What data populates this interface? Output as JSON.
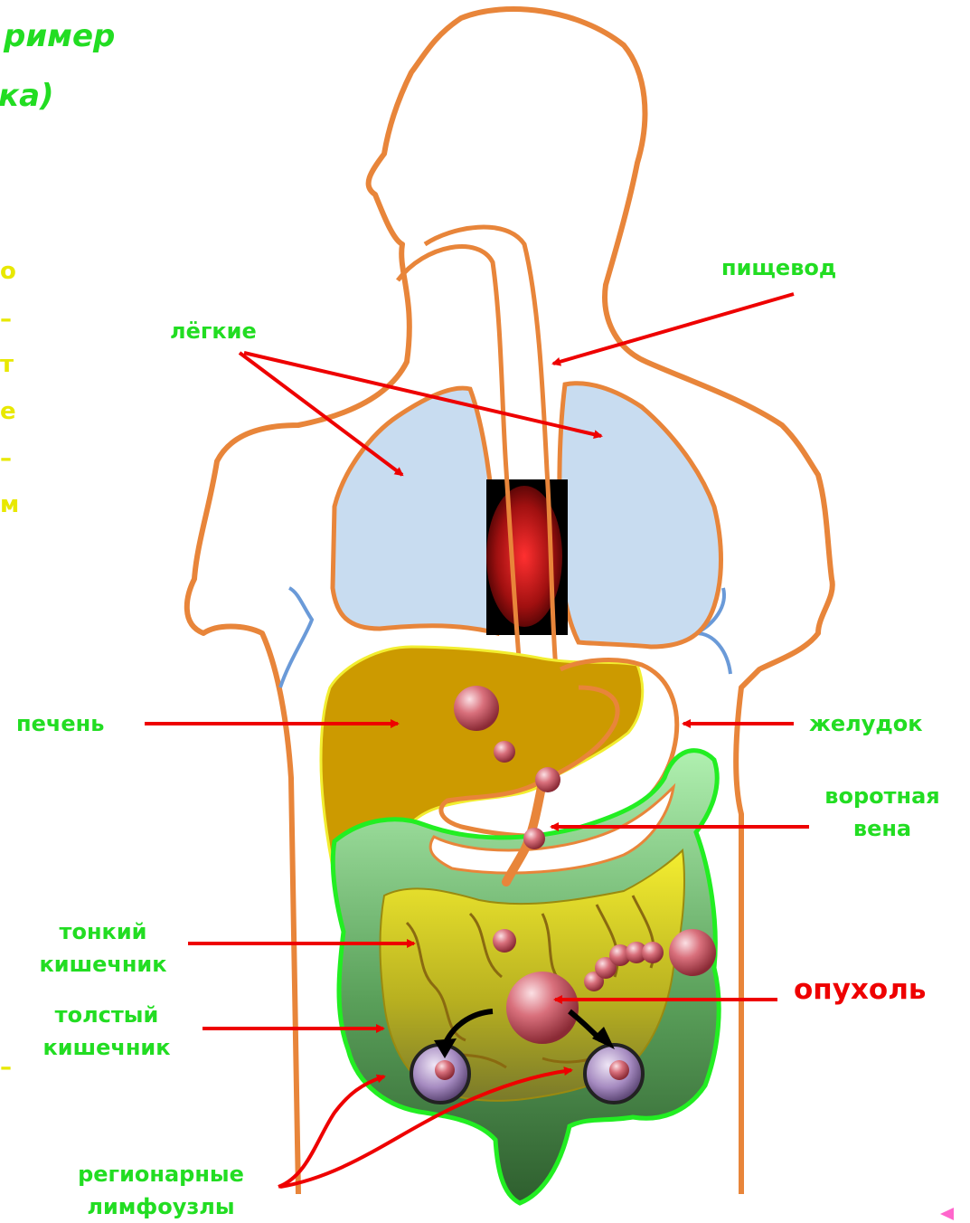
{
  "title": {
    "line1": "ример",
    "line2": "ка)"
  },
  "left_fragments": [
    "о",
    "–",
    "т",
    "е",
    "–",
    "м",
    "–"
  ],
  "labels": {
    "lungs": "лёгкие",
    "esophagus": "пищевод",
    "liver": "печень",
    "stomach": "желудок",
    "portal_vein_1": "воротная",
    "portal_vein_2": "вена",
    "small_intestine_1": "тонкий",
    "small_intestine_2": "кишечник",
    "large_intestine_1": "толстый",
    "large_intestine_2": "кишечник",
    "tumor": "опухоль",
    "lymph_nodes_1": "регионарные",
    "lymph_nodes_2": "лимфоузлы"
  },
  "colors": {
    "label_green": "#22dd22",
    "arrow_red": "#ee0000",
    "body_outline": "#e8853a",
    "lung_fill": "#c8dcf0",
    "liver_fill": "#cc9a00",
    "colon_green": "#58c058",
    "small_intestine_yellow": "#d8d020",
    "tumor_pink": "#d05a66",
    "fragment_yellow": "#e8e800"
  }
}
